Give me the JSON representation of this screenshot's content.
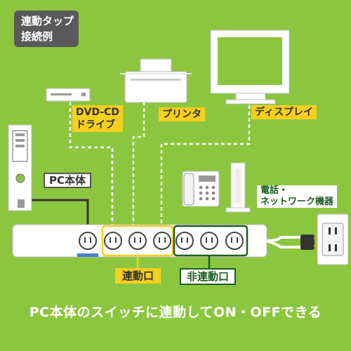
{
  "title": [
    "連動タップ",
    "接続例"
  ],
  "labels": {
    "dvd": [
      "DVD-CD",
      "ドライブ"
    ],
    "printer": "プリンタ",
    "display": "ディスプレイ",
    "pc": "PC本体",
    "network": [
      "電話・",
      "ネットワーク機器"
    ],
    "linked": "連動口",
    "unlinked": "非連動口"
  },
  "caption": "PC本体のスイッチに連動してON・OFFできる",
  "colors": {
    "background": "#8cc63f",
    "highlight_yellow": "#f5cf1f",
    "dark_green": "#1b5e20",
    "device_white": "#ffffff"
  },
  "icons": [
    "dvd-drive-icon",
    "printer-icon",
    "monitor-icon",
    "pc-tower-icon",
    "telephone-icon",
    "router-icon",
    "wall-outlet-icon",
    "power-strip-icon",
    "plug-icon"
  ]
}
